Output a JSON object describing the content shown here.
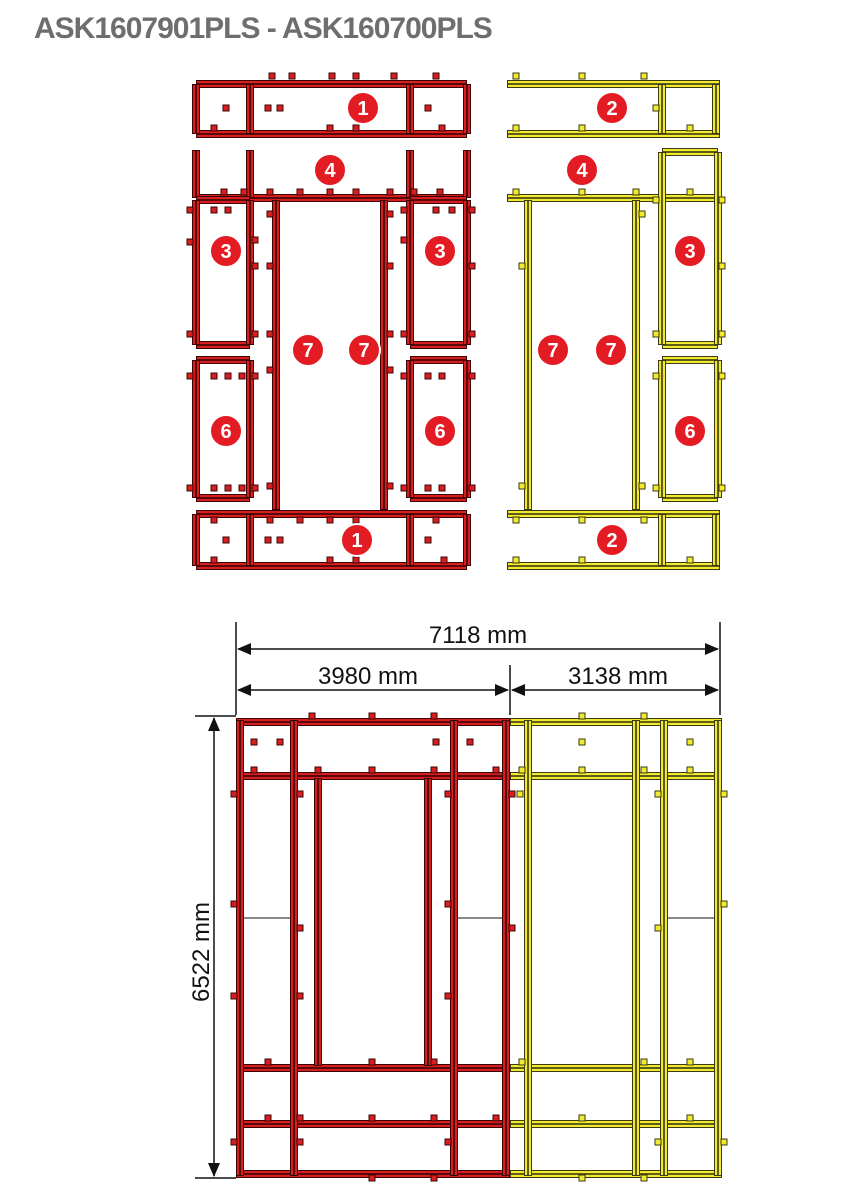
{
  "title": "ASK1607901PLS - ASK160700PLS",
  "colors": {
    "red_frame": "#d81e1e",
    "red_dark": "#3a0606",
    "yellow_frame": "#f2ea2e",
    "yellow_dark": "#3b3a14",
    "badge": "#e31c23",
    "title_gray": "#6e6e6e"
  },
  "part_labels": {
    "p1": "1",
    "p2": "2",
    "p3": "3",
    "p4": "4",
    "p6": "6",
    "p7": "7"
  },
  "dimensions": {
    "total_width": "7118 mm",
    "left_width": "3980 mm",
    "right_width": "3138 mm",
    "height": "6522 mm"
  }
}
